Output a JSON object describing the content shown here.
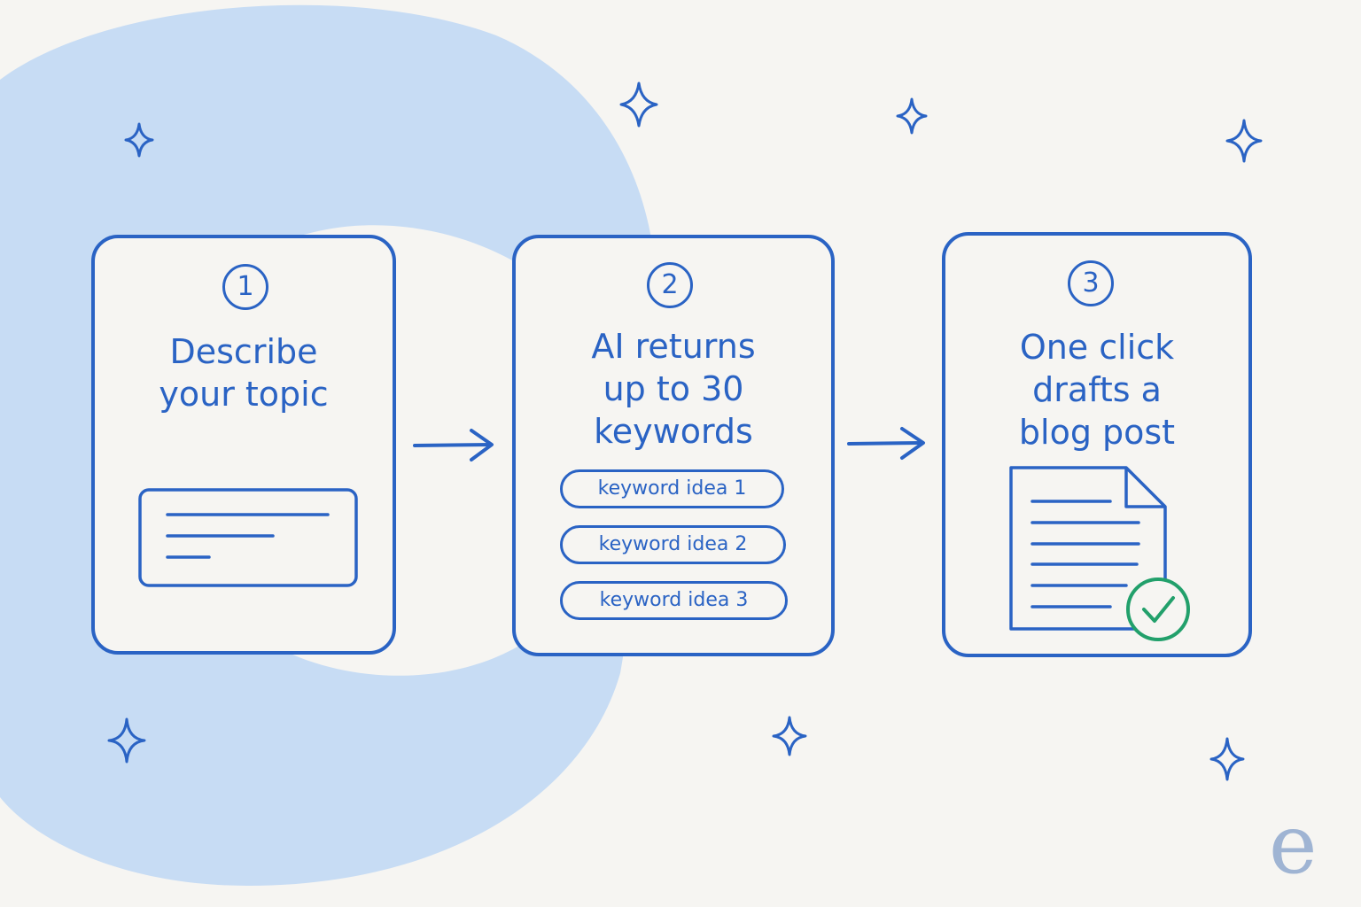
{
  "steps": [
    {
      "number": "1",
      "title": "Describe\nyour topic"
    },
    {
      "number": "2",
      "title": "AI returns\nup to 30\nkeywords",
      "keywords": [
        "keyword idea 1",
        "keyword idea 2",
        "keyword idea 3"
      ]
    },
    {
      "number": "3",
      "title": "One click\ndrafts a\nblog post"
    }
  ],
  "logo": "e",
  "colors": {
    "ink": "#2a63c4",
    "blob": "#c7dcf4",
    "background": "#f6f5f2",
    "check": "#22a06b",
    "logo": "#9fb4d3"
  },
  "icons": [
    "sparkle-icon",
    "arrow-right-icon",
    "text-input-icon",
    "document-icon",
    "check-circle-icon"
  ]
}
